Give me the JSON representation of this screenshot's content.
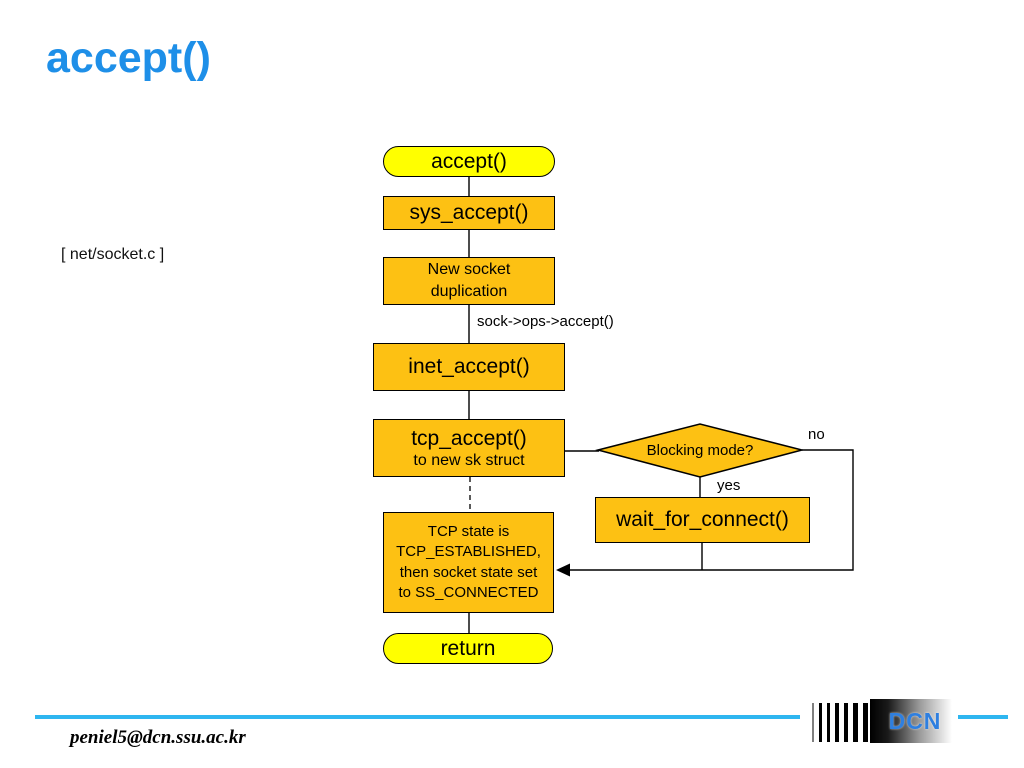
{
  "slide": {
    "title": "accept()",
    "source_reference": "[ net/socket.c ]"
  },
  "flowchart": {
    "start": "accept()",
    "sys_accept": "sys_accept()",
    "new_socket_duplication": "New socket\nduplication",
    "edge_label_ops_accept": "sock->ops->accept()",
    "inet_accept": "inet_accept()",
    "tcp_accept_title": "tcp_accept()",
    "tcp_accept_subtitle": "to new sk struct",
    "decision_blocking_mode": "Blocking mode?",
    "branch_no": "no",
    "branch_yes": "yes",
    "wait_for_connect": "wait_for_connect()",
    "tcp_state_note": "TCP state is\nTCP_ESTABLISHED,\nthen socket state set\nto SS_CONNECTED",
    "end": "return"
  },
  "footer": {
    "email": "peniel5@dcn.ssu.ac.kr",
    "logo_text": "DCN"
  },
  "colors": {
    "title_blue": "#1E8FE8",
    "node_yellow": "#FFFF00",
    "node_orange": "#FDC113",
    "accent_cyan": "#2EB6F0",
    "logo_blue": "#2E7FE0"
  }
}
